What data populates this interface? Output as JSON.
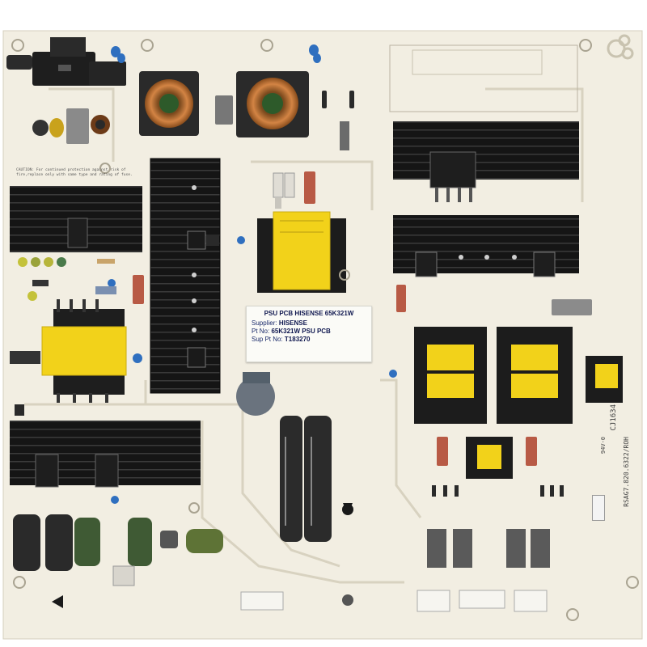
{
  "photo": {
    "subject": "power-supply-board"
  },
  "label": {
    "title": "PSU PCB HISENSE 65K321W",
    "supplier_label": "Supplier:",
    "supplier_value": "HISENSE",
    "part_label": "Pt No:",
    "part_value": "65K321W PSU PCB",
    "sup_part_label": "Sup Pt No:",
    "sup_part_value": "T183270"
  },
  "silkscreen": {
    "caution": "CAUTION: For continued protection against risk of fire,replace only with same type and rating of fuse.",
    "side_model": "RSAG7.820.6322/ROH",
    "side_code": "CJ1634",
    "side_94v": "94V-0"
  },
  "colors": {
    "board": "#f2eee2",
    "heatsink": "#1c1c1c",
    "transformer_yellow": "#f2d21a",
    "capacitor_dark": "#2a2a2a",
    "capacitor_green": "#3f5a34",
    "copper": "#c27436"
  }
}
